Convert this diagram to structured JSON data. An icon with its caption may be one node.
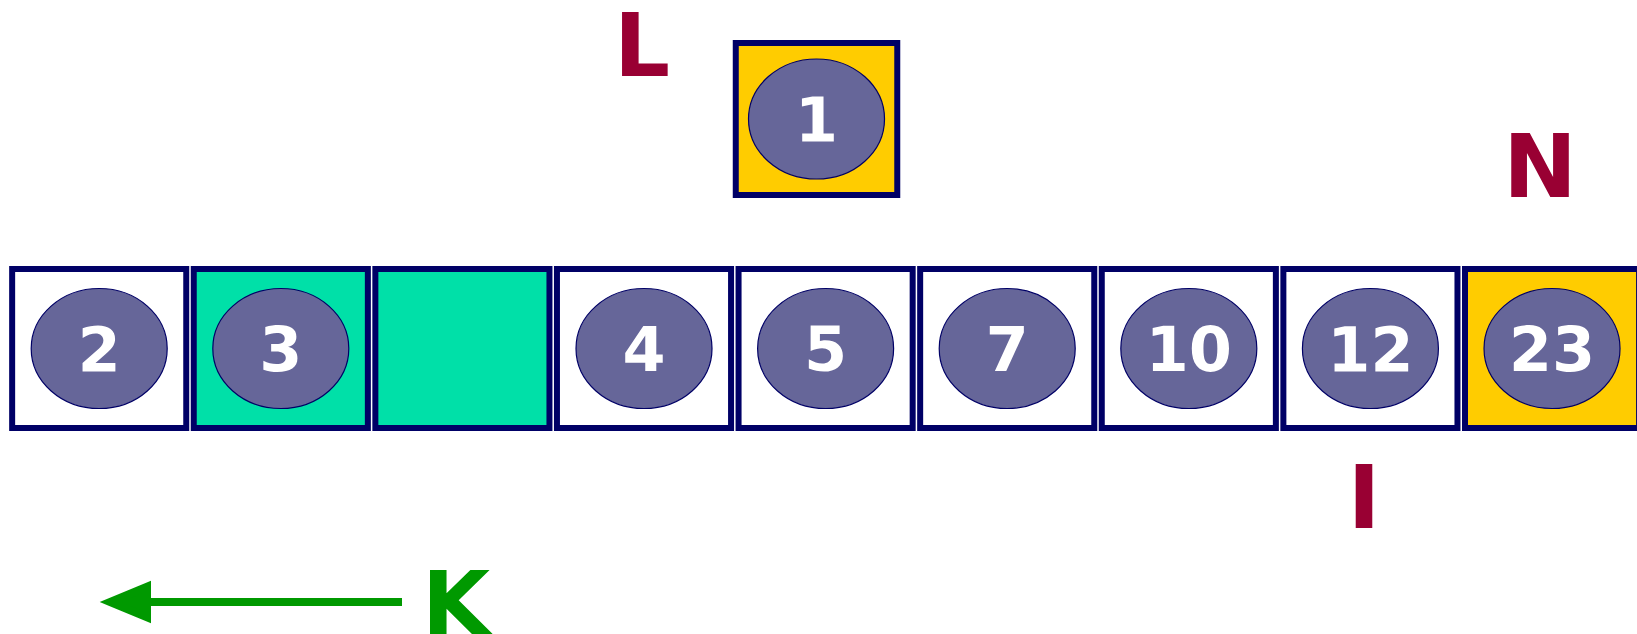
{
  "diagram": {
    "nodes": [
      {
        "text": [],
        "shape": "box"
      },
      {
        "text": [
          "1"
        ],
        "in": 0
      },
      {
        "text": [],
        "shape": "box"
      },
      {
        "text": [
          "2"
        ],
        "in": 2
      },
      {
        "text": [],
        "shape": "box"
      },
      {
        "text": [
          "3"
        ],
        "in": 4
      },
      {
        "text": [],
        "shape": "box"
      },
      {
        "text": [],
        "shape": "box"
      },
      {
        "text": [
          "4"
        ],
        "in": 7
      },
      {
        "text": [],
        "shape": "box"
      },
      {
        "text": [
          "5"
        ],
        "in": 9
      },
      {
        "text": [],
        "shape": "box"
      },
      {
        "text": [
          "7"
        ],
        "in": 11
      },
      {
        "text": [],
        "shape": "box"
      },
      {
        "text": [
          "10"
        ],
        "in": 13
      },
      {
        "text": [],
        "shape": "box"
      },
      {
        "text": [
          "12"
        ],
        "in": 15
      },
      {
        "text": [],
        "shape": "box"
      },
      {
        "text": [
          "23"
        ],
        "in": 17
      }
    ],
    "labels": [
      "L",
      "N",
      "I",
      "K"
    ]
  }
}
